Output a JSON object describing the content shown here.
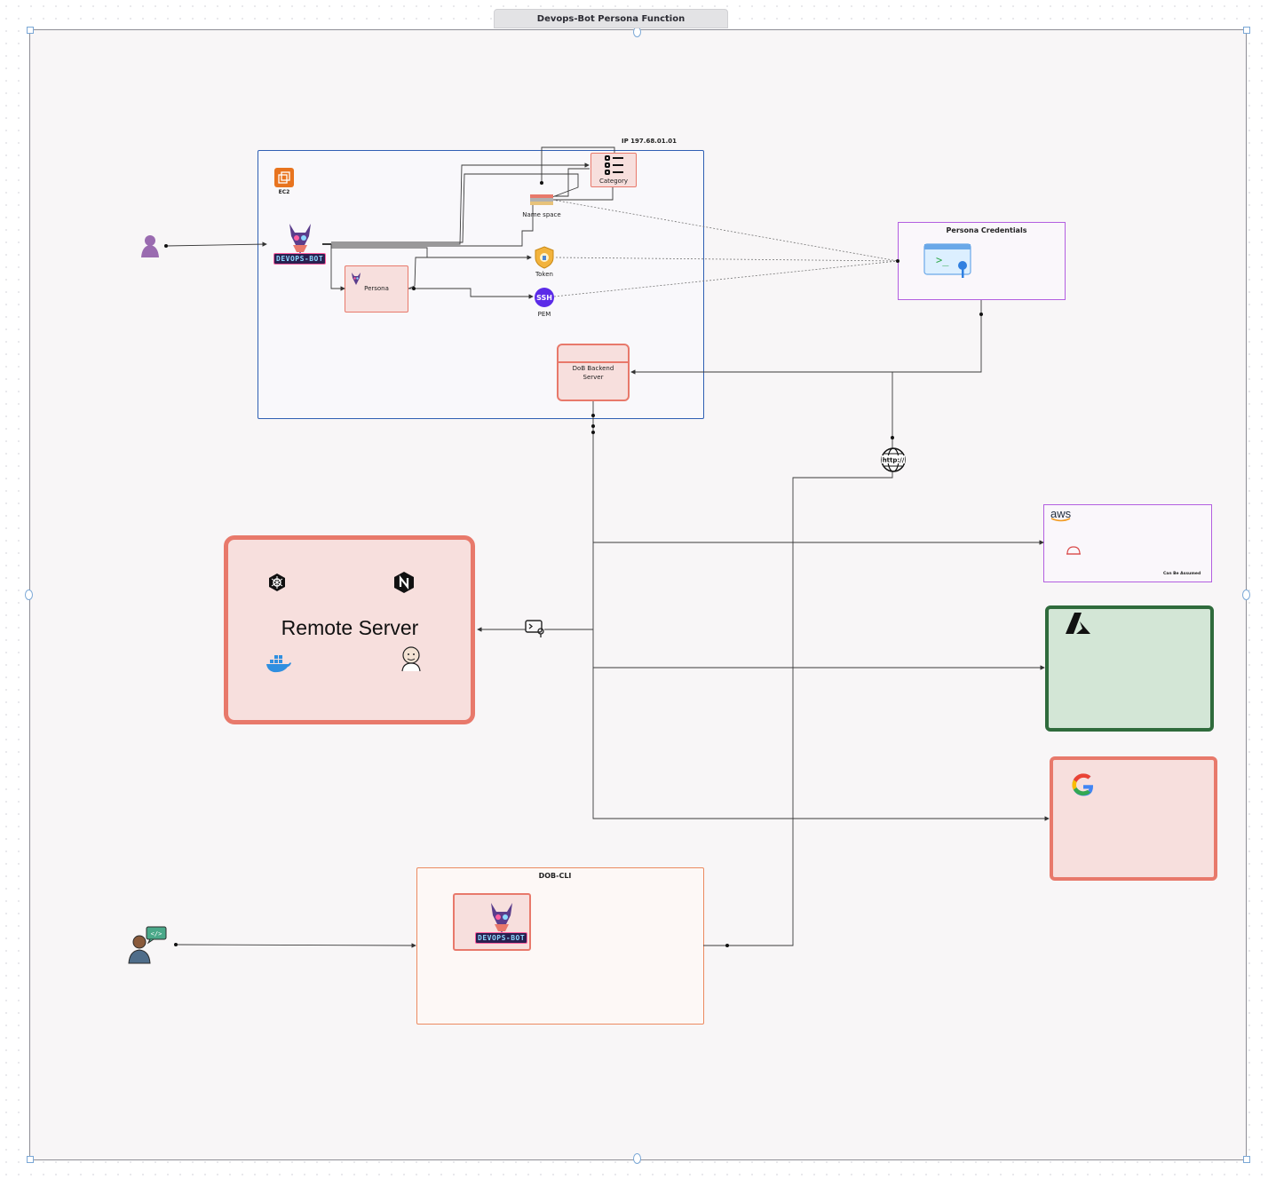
{
  "diagram": {
    "title": "Devops-Bot Persona Function",
    "ec2": {
      "label": "EC2",
      "ip_label": "IP 197.68.01.01"
    },
    "bot": {
      "word": "DEVOPS-BOT"
    },
    "persona": {
      "label": "Persona"
    },
    "category": {
      "label": "Category"
    },
    "namespace": {
      "label": "Name space"
    },
    "token": {
      "label": "Token"
    },
    "pem": {
      "label": "PEM",
      "icon_text": "SSH"
    },
    "backend": {
      "label": "DoB Backend Server"
    },
    "credentials": {
      "label": "Persona Credentials"
    },
    "http": {
      "icon_text": "http://"
    },
    "aws": {
      "logo_text": "aws",
      "note": "Can Be Assumed"
    },
    "remote_server": {
      "label": "Remote Server"
    },
    "cli": {
      "label": "DOB-CLI"
    }
  },
  "icons": {
    "user": "user-silhouette-icon",
    "developer": "developer-chat-icon",
    "ec2": "ec2-icon",
    "category": "list-icon",
    "namespace": "stack-icon",
    "token": "shield-token-icon",
    "pem": "ssh-key-icon",
    "credentials": "terminal-key-icon",
    "http": "globe-icon",
    "ssh_connect": "terminal-connect-icon",
    "kubernetes": "kubernetes-icon",
    "nginx": "nginx-icon",
    "docker": "docker-icon",
    "jenkins": "jenkins-icon",
    "aws": "aws-icon",
    "aws_role": "role-hat-icon",
    "azure": "azure-icon",
    "google": "google-icon"
  },
  "colors": {
    "ec2_border": "#2f5fb3",
    "pink_fill": "#f7dfdd",
    "salmon_border": "#e8796b",
    "purple_border": "#b35fe0",
    "azure_border": "#2f6b3c",
    "azure_fill": "#d3e6d6",
    "cli_border": "#ec8a60"
  }
}
